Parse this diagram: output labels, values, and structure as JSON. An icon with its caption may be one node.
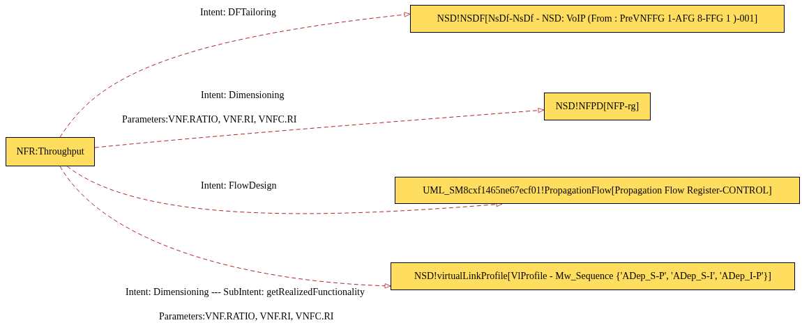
{
  "diagram": {
    "nodes": [
      {
        "text": [
          "NFR:Throughput"
        ]
      },
      {
        "text": [
          "NSD!NSDF[NsDf-NsDf - NSD: VoIP (From : PreVNFFG 1-AFG 8-FFG 1 )-001]"
        ]
      },
      {
        "text": [
          "NSD!NFPD[NFP-rg]"
        ]
      },
      {
        "text": [
          "UML_SM8cxf1465ne67ecf01!PropagationFlow[Propagation Flow Register-CONTROL]"
        ]
      },
      {
        "text": [
          "NSD!virtualLinkProfile[VlProfile - Mw_Sequence {'ADep_S-P', 'ADep_S-I', 'ADep_I-P'}]"
        ]
      }
    ],
    "edges": [
      {
        "from": 0,
        "to": 1,
        "arrow": "to",
        "style": "dashed",
        "label": "Intent: DFTailoring"
      },
      {
        "from": 0,
        "to": 2,
        "arrow": "to",
        "style": "dashed",
        "label": "Intent: Dimensioning"
      },
      {
        "from": 0,
        "to": 3,
        "arrow": "to",
        "style": "dashed",
        "label": "Intent: FlowDesign"
      },
      {
        "from": 0,
        "to": 4,
        "arrow": "to",
        "style": "dashed",
        "label": "Intent: Dimensioning --- SubIntent: getRealizedFunctionality"
      }
    ],
    "labels": [
      "Parameters:VNF.RATIO, VNF.RI, VNFC.RI",
      "Parameters:VNF.RATIO, VNF.RI, VNFC.RI"
    ]
  }
}
